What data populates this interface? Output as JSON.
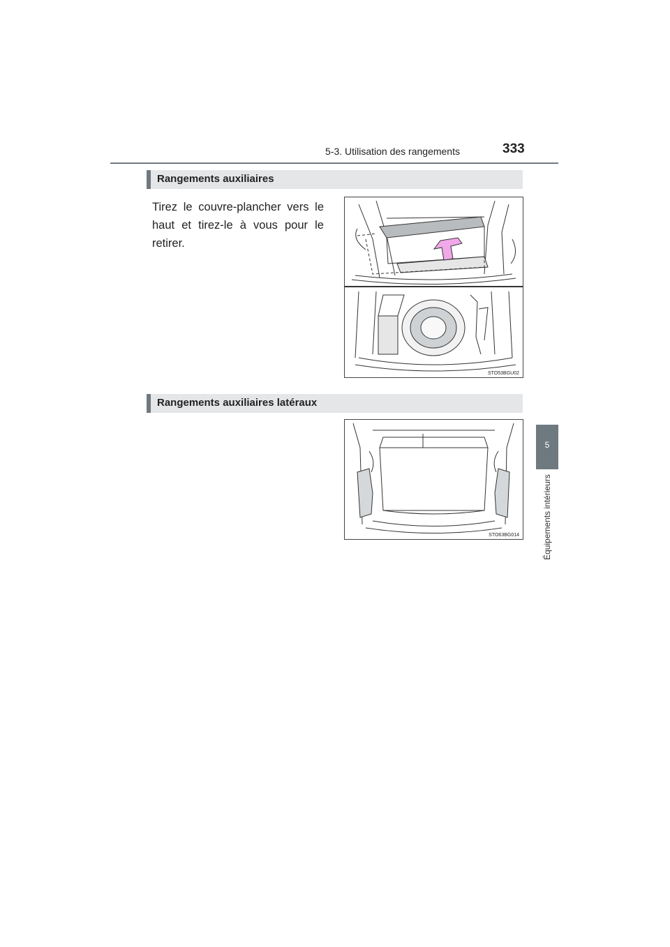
{
  "header": {
    "section": "5-3. Utilisation des rangements",
    "page_number": "333"
  },
  "side_tab": {
    "number": "5",
    "label": "Équipements intérieurs"
  },
  "sections": [
    {
      "heading": "Rangements auxiliaires",
      "paragraph": "Tirez le couvre-plancher vers le haut et tirez-le à vous pour le retirer.",
      "figure": {
        "code": "STO53BGU02"
      }
    },
    {
      "heading": "Rangements auxiliaires latéraux",
      "figure": {
        "code": "STO63BG014"
      }
    }
  ],
  "colors": {
    "accent_gray": "#6f7a80",
    "heading_bg": "#e4e6e8",
    "arrow_pink": "#f0a8e8"
  }
}
